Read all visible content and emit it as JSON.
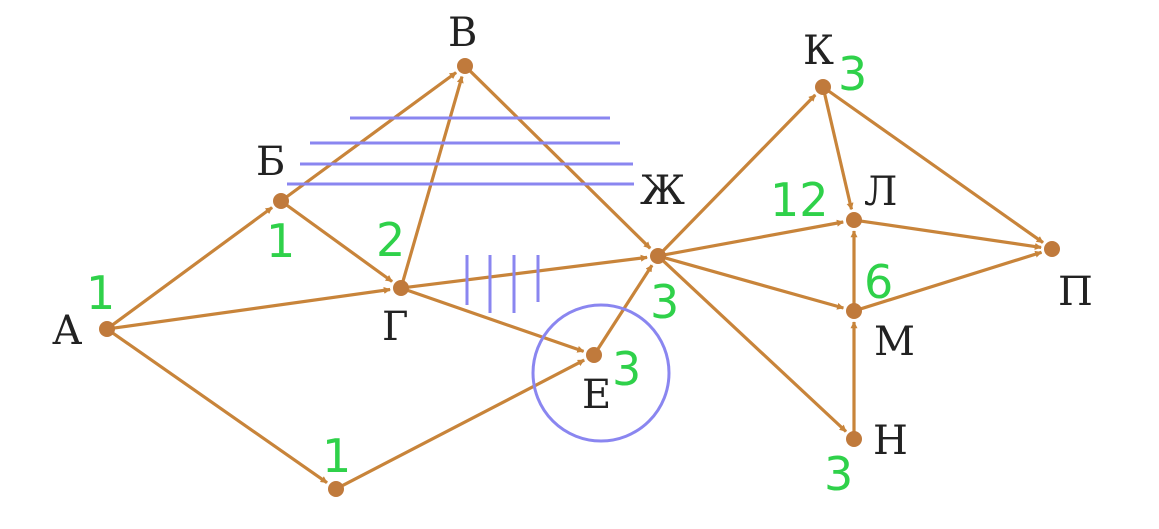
{
  "diagram": {
    "colors": {
      "edge": "#c8843a",
      "node": "#c07a3c",
      "count": "#2fd14a",
      "mark": "#8a86f0",
      "label": "#222222"
    },
    "nodes": [
      {
        "id": "A",
        "label": "А"
      },
      {
        "id": "B",
        "label": "Б"
      },
      {
        "id": "V",
        "label": "В"
      },
      {
        "id": "G",
        "label": "Г"
      },
      {
        "id": "E",
        "label": "Е"
      },
      {
        "id": "Zh",
        "label": "Ж"
      },
      {
        "id": "K",
        "label": "К"
      },
      {
        "id": "L",
        "label": "Л"
      },
      {
        "id": "M",
        "label": "М"
      },
      {
        "id": "N",
        "label": "Н"
      },
      {
        "id": "P",
        "label": "П"
      },
      {
        "id": "X",
        "label": ""
      }
    ],
    "edges": [
      [
        "A",
        "B"
      ],
      [
        "A",
        "G"
      ],
      [
        "A",
        "X"
      ],
      [
        "B",
        "V"
      ],
      [
        "B",
        "G"
      ],
      [
        "G",
        "V"
      ],
      [
        "G",
        "Zh"
      ],
      [
        "G",
        "E"
      ],
      [
        "X",
        "E"
      ],
      [
        "E",
        "Zh"
      ],
      [
        "V",
        "Zh"
      ],
      [
        "Zh",
        "K"
      ],
      [
        "Zh",
        "L"
      ],
      [
        "Zh",
        "M"
      ],
      [
        "Zh",
        "N"
      ],
      [
        "K",
        "L"
      ],
      [
        "K",
        "P"
      ],
      [
        "M",
        "L"
      ],
      [
        "N",
        "M"
      ],
      [
        "L",
        "P"
      ],
      [
        "M",
        "P"
      ]
    ],
    "counts": [
      {
        "node": "A",
        "value": "1"
      },
      {
        "node": "B",
        "value": "1"
      },
      {
        "node": "G",
        "value": "2"
      },
      {
        "node": "X",
        "value": "1"
      },
      {
        "node": "E",
        "value": "3"
      },
      {
        "node": "Zh",
        "value": "3"
      },
      {
        "node": "K",
        "value": "3"
      },
      {
        "node": "L",
        "value": "12"
      },
      {
        "node": "M",
        "value": "6"
      },
      {
        "node": "N",
        "value": "3"
      }
    ],
    "strikes": {
      "horizontal_group": "4 lines across edges Б→В and В→Ж",
      "vertical_group": "4 lines across edge Г→Ж"
    }
  }
}
